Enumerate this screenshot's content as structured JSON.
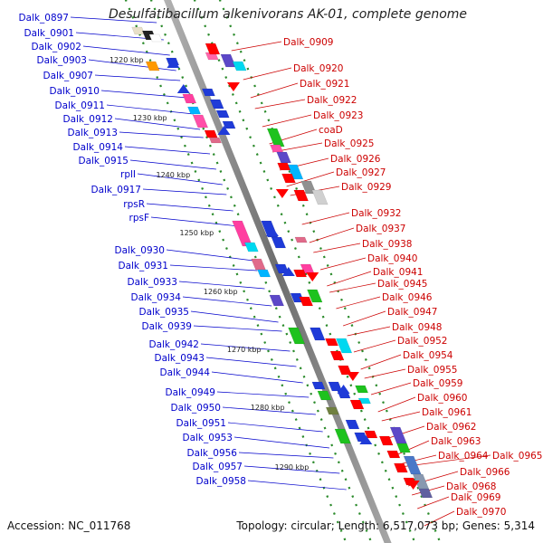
{
  "title": "Desulfatibacillum alkenivorans AK-01, complete genome",
  "footer": {
    "accession": "Accession: NC_011768",
    "topology": "Topology: circular; Length: 6,517,073 bp; Genes: 5,314"
  },
  "colors": {
    "left_labels": "#0000cc",
    "right_labels": "#cc0000",
    "backbone": "#8a8a8a",
    "tick": "#2a8a2a"
  },
  "scale_labels": [
    "1220 kbp",
    "1230 kbp",
    "1240 kbp",
    "1250 kbp",
    "1260 kbp",
    "1270 kbp",
    "1280 kbp",
    "1290 kbp"
  ],
  "left_genes": [
    "Dalk_0897",
    "Dalk_0901",
    "Dalk_0902",
    "Dalk_0903",
    "Dalk_0907",
    "Dalk_0910",
    "Dalk_0911",
    "Dalk_0912",
    "Dalk_0913",
    "Dalk_0914",
    "Dalk_0915",
    "rplI",
    "Dalk_0917",
    "rpsR",
    "rpsF",
    "Dalk_0930",
    "Dalk_0931",
    "Dalk_0933",
    "Dalk_0934",
    "Dalk_0935",
    "Dalk_0939",
    "Dalk_0942",
    "Dalk_0943",
    "Dalk_0944",
    "Dalk_0949",
    "Dalk_0950",
    "Dalk_0951",
    "Dalk_0953",
    "Dalk_0956",
    "Dalk_0957",
    "Dalk_0958"
  ],
  "right_genes": [
    "Dalk_0909",
    "Dalk_0920",
    "Dalk_0921",
    "Dalk_0922",
    "Dalk_0923",
    "coaD",
    "Dalk_0925",
    "Dalk_0926",
    "Dalk_0927",
    "Dalk_0929",
    "Dalk_0932",
    "Dalk_0937",
    "Dalk_0938",
    "Dalk_0940",
    "Dalk_0941",
    "Dalk_0945",
    "Dalk_0946",
    "Dalk_0947",
    "Dalk_0948",
    "Dalk_0952",
    "Dalk_0954",
    "Dalk_0955",
    "Dalk_0959",
    "Dalk_0960",
    "Dalk_0961",
    "Dalk_0962",
    "Dalk_0963",
    "Dalk_0964",
    "Dalk_0965",
    "Dalk_0966",
    "Dalk_0968",
    "Dalk_0969",
    "Dalk_0970"
  ]
}
